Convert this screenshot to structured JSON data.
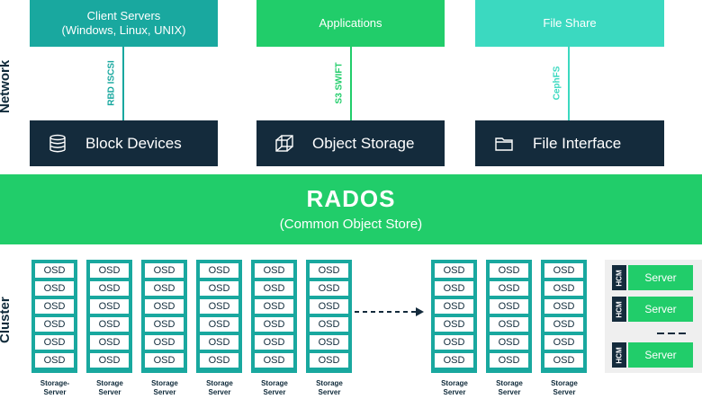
{
  "side_labels": {
    "network": "Network",
    "cluster": "Cluster"
  },
  "clients": [
    {
      "line1": "Client Servers",
      "line2": "(Windows, Linux, UNIX)",
      "protocol": "RBD ISCSI",
      "color": "#19a89f"
    },
    {
      "line1": "Applications",
      "line2": "",
      "protocol": "S3 SWIFT",
      "color": "#21cd6a"
    },
    {
      "line1": "File Share",
      "line2": "",
      "protocol": "CephFS",
      "color": "#3bd9c0"
    }
  ],
  "interfaces": [
    {
      "label": "Block Devices",
      "icon": "database-icon"
    },
    {
      "label": "Object Storage",
      "icon": "cube-icon"
    },
    {
      "label": "File Interface",
      "icon": "folder-icon"
    }
  ],
  "rados": {
    "title": "RADOS",
    "subtitle": "(Common Object Store)"
  },
  "osd": {
    "label": "OSD"
  },
  "storage_servers": [
    {
      "line1": "Storage-",
      "line2": "Server"
    },
    {
      "line1": "Storage",
      "line2": "Server"
    },
    {
      "line1": "Storage",
      "line2": "Server"
    },
    {
      "line1": "Storage",
      "line2": "Server"
    },
    {
      "line1": "Storage",
      "line2": "Server"
    },
    {
      "line1": "Storage",
      "line2": "Server"
    },
    {
      "line1": "Storage",
      "line2": "Server"
    },
    {
      "line1": "Storage",
      "line2": "Server"
    },
    {
      "line1": "Storage",
      "line2": "Server"
    }
  ],
  "hcm": {
    "tag": "HCM",
    "server": "Server",
    "rows": 3
  },
  "colors": {
    "navy": "#142b3c",
    "green": "#21cd6a",
    "teal": "#19a89f",
    "aqua": "#3bd9c0"
  }
}
